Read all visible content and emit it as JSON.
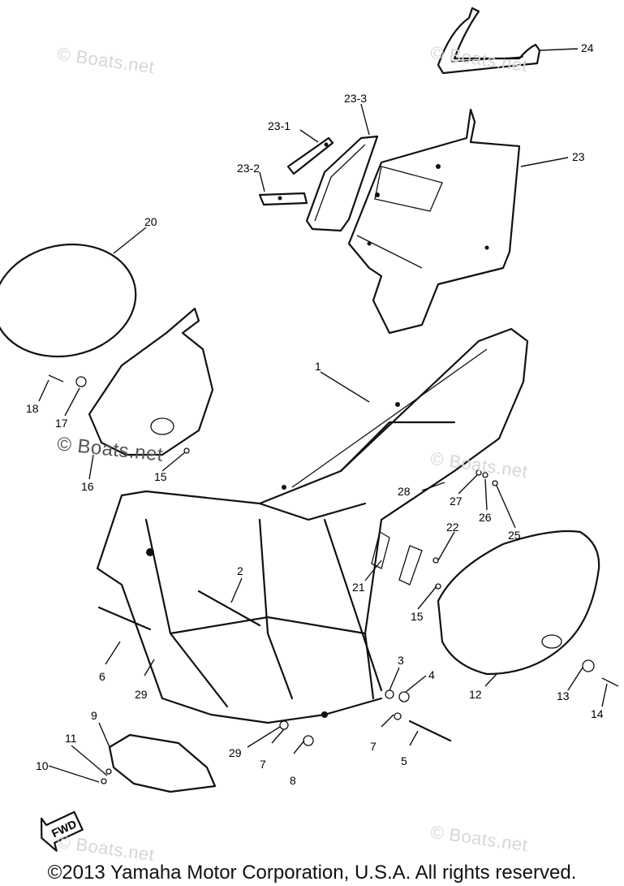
{
  "watermark": {
    "text": "© Boats.net"
  },
  "copyright": "©2013 Yamaha Motor Corporation, U.S.A. All rights reserved.",
  "fwd_label": "FWD",
  "callouts": [
    {
      "id": "c1",
      "label": "1"
    },
    {
      "id": "c2",
      "label": "2"
    },
    {
      "id": "c3",
      "label": "3"
    },
    {
      "id": "c4",
      "label": "4"
    },
    {
      "id": "c5",
      "label": "5"
    },
    {
      "id": "c6",
      "label": "6"
    },
    {
      "id": "c7a",
      "label": "7"
    },
    {
      "id": "c7b",
      "label": "7"
    },
    {
      "id": "c8",
      "label": "8"
    },
    {
      "id": "c9",
      "label": "9"
    },
    {
      "id": "c10",
      "label": "10"
    },
    {
      "id": "c11",
      "label": "11"
    },
    {
      "id": "c12",
      "label": "12"
    },
    {
      "id": "c13",
      "label": "13"
    },
    {
      "id": "c14",
      "label": "14"
    },
    {
      "id": "c15a",
      "label": "15"
    },
    {
      "id": "c15b",
      "label": "15"
    },
    {
      "id": "c16",
      "label": "16"
    },
    {
      "id": "c17",
      "label": "17"
    },
    {
      "id": "c18",
      "label": "18"
    },
    {
      "id": "c20",
      "label": "20"
    },
    {
      "id": "c21",
      "label": "21"
    },
    {
      "id": "c22",
      "label": "22"
    },
    {
      "id": "c23",
      "label": "23"
    },
    {
      "id": "c23-1",
      "label": "23-1"
    },
    {
      "id": "c23-2",
      "label": "23-2"
    },
    {
      "id": "c23-3",
      "label": "23-3"
    },
    {
      "id": "c24",
      "label": "24"
    },
    {
      "id": "c25",
      "label": "25"
    },
    {
      "id": "c26",
      "label": "26"
    },
    {
      "id": "c27",
      "label": "27"
    },
    {
      "id": "c28",
      "label": "28"
    },
    {
      "id": "c29a",
      "label": "29"
    },
    {
      "id": "c29b",
      "label": "29"
    }
  ]
}
